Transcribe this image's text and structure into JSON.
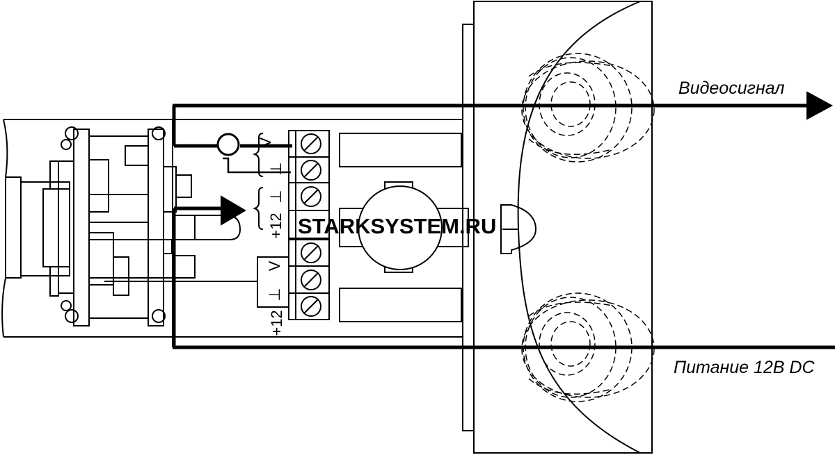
{
  "labels": {
    "video": "Видеосигнал",
    "power": "Питание 12В DC"
  },
  "watermark": "STARKSYSTEM.RU",
  "terminals": {
    "top": {
      "v": "V",
      "gnd": "⊥"
    },
    "middle": {
      "gnd": "⊥",
      "plus": "+12"
    },
    "bottom": {
      "v": "V",
      "gnd": "⊥",
      "plus": "+12"
    }
  }
}
